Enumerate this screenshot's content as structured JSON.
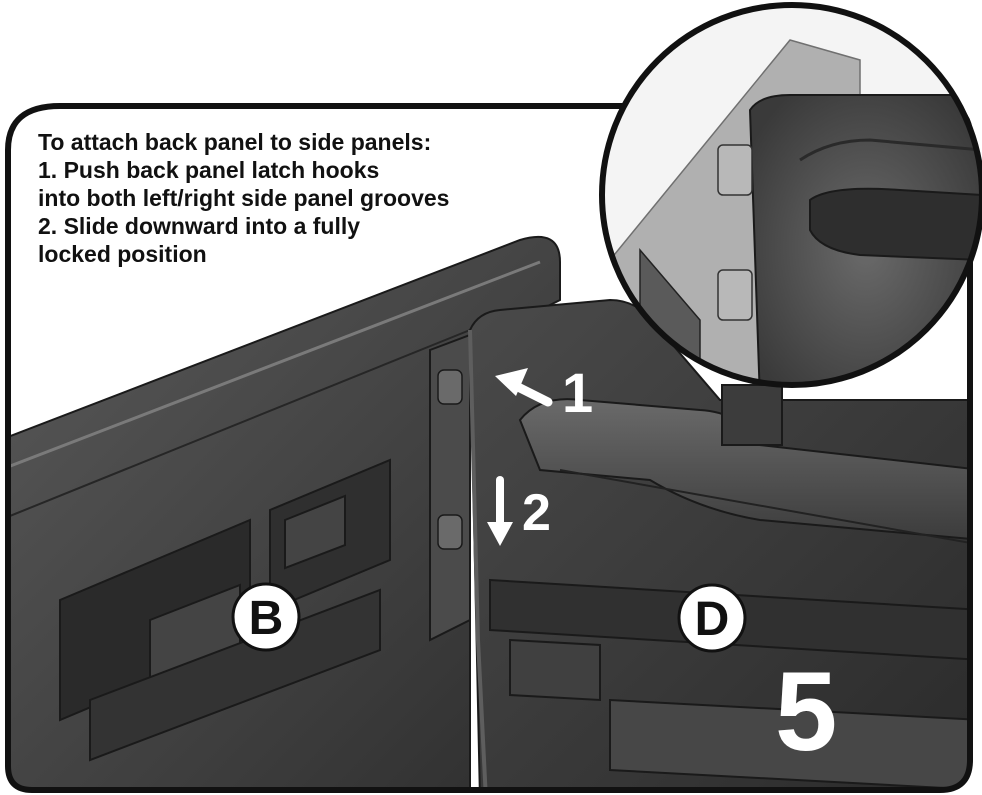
{
  "instructions": {
    "title": "To attach back panel to side panels:",
    "lines": [
      "1. Push back panel latch hooks",
      "into both left/right side panel grooves",
      "2. Slide downward into a fully",
      "locked position"
    ]
  },
  "callouts": {
    "step1": "1",
    "step2": "2"
  },
  "parts": {
    "back_panel": "B",
    "side_panel": "D"
  },
  "step_number": "5",
  "colors": {
    "frame": "#111111",
    "panel_dark": "#3a3a3a",
    "panel_mid": "#555555",
    "panel_light": "#6e6e6e",
    "label_fill": "#ffffff"
  }
}
